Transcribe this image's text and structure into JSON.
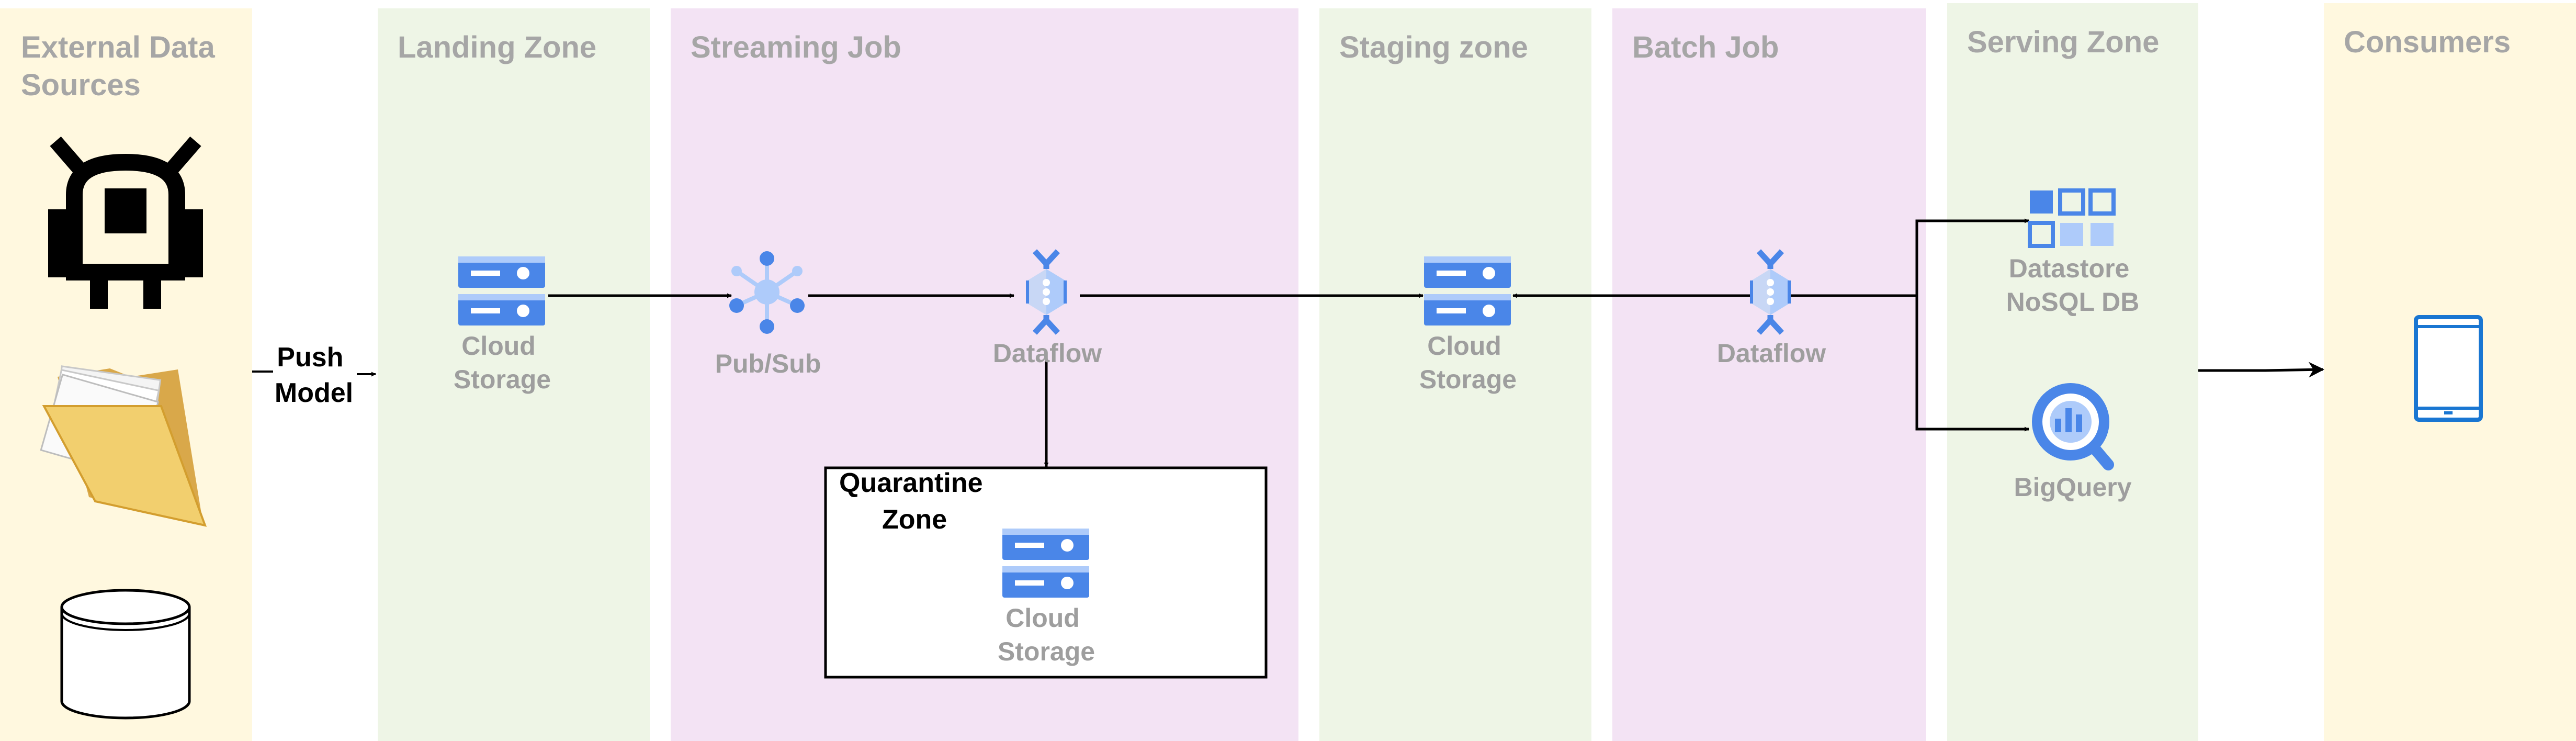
{
  "zones": {
    "external": {
      "title": [
        "External Data",
        "Sources"
      ]
    },
    "landing": {
      "title": "Landing Zone"
    },
    "streaming": {
      "title": "Streaming Job"
    },
    "staging": {
      "title": "Staging zone"
    },
    "batch": {
      "title": "Batch Job"
    },
    "serving": {
      "title": "Serving Zone"
    },
    "consumers": {
      "title": "Consumers"
    }
  },
  "push_model": [
    "Push",
    "Model"
  ],
  "quarantine": {
    "title": [
      "Quarantine",
      "Zone"
    ]
  },
  "nodes": {
    "landing_storage": {
      "label": [
        "Cloud",
        "Storage"
      ]
    },
    "pubsub": {
      "label": "Pub/Sub"
    },
    "stream_dataflow": {
      "label": "Dataflow"
    },
    "quarantine_storage": {
      "label": [
        "Cloud",
        "Storage"
      ]
    },
    "staging_storage": {
      "label": [
        "Cloud",
        "Storage"
      ]
    },
    "batch_dataflow": {
      "label": "Dataflow"
    },
    "datastore": {
      "label": [
        "Datastore",
        "NoSQL DB"
      ]
    },
    "bigquery": {
      "label": "BigQuery"
    }
  },
  "colors": {
    "yellow_zone": "#fff8df",
    "green_zone": "#eef5e6",
    "purple_zone": "#f3e3f4",
    "title_gray": "#a6a6a6",
    "label_gray": "#9e9e9e",
    "gcp_blue": "#4a86e8",
    "gcp_blue_light": "#aecbfa",
    "device_blue": "#1976d2"
  },
  "icons": [
    "android-icon",
    "folder-icon",
    "database-icon",
    "cloud-storage-icon",
    "pubsub-icon",
    "dataflow-icon",
    "datastore-icon",
    "bigquery-icon",
    "tablet-icon"
  ]
}
